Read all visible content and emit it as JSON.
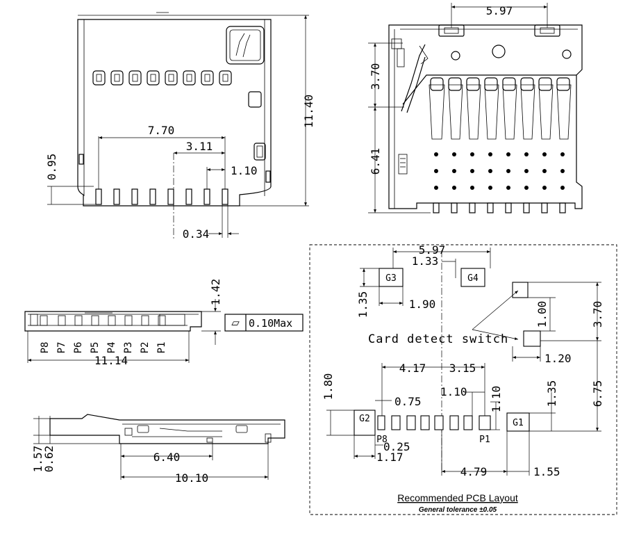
{
  "top_left_view": {
    "dim_11_40": "11.40",
    "dim_7_70": "7.70",
    "dim_3_11": "3.11",
    "dim_1_10": "1.10",
    "dim_0_95": "0.95",
    "dim_0_34": "0.34"
  },
  "top_right_view": {
    "dim_5_97": "5.97",
    "dim_3_70": "3.70",
    "dim_6_41": "6.41"
  },
  "front_view": {
    "dim_1_42": "1.42",
    "dim_11_14": "11.14",
    "flatness_symbol": "⏥",
    "flatness_value": "0.10Max",
    "pin_labels": [
      "P8",
      "P7",
      "P6",
      "P5",
      "P4",
      "P3",
      "P2",
      "P1"
    ]
  },
  "side_view": {
    "dim_1_57": "1.57",
    "dim_0_62": "0.62",
    "dim_6_40": "6.40",
    "dim_10_10": "10.10"
  },
  "pcb_layout": {
    "title": "Recommended PCB Layout",
    "tolerance_note": "General tolerance ±0.05",
    "card_detect_label": "Card detect switch",
    "pad_labels": {
      "g1": "G1",
      "g2": "G2",
      "g3": "G3",
      "g4": "G4",
      "p1": "P1",
      "p8": "P8"
    },
    "dims": {
      "d5_97": "5.97",
      "d1_33": "1.33",
      "d1_35_left": "1.35",
      "d1_90": "1.90",
      "d1_00": "1.00",
      "d3_70": "3.70",
      "d1_20": "1.20",
      "d4_17": "4.17",
      "d3_15": "3.15",
      "d1_80": "1.80",
      "d0_75": "0.75",
      "d1_10_a": "1.10",
      "d1_10_b": "1.10",
      "d1_35_right": "1.35",
      "d6_75": "6.75",
      "d0_25": "0.25",
      "d1_17": "1.17",
      "d4_79": "4.79",
      "d1_55": "1.55"
    }
  }
}
